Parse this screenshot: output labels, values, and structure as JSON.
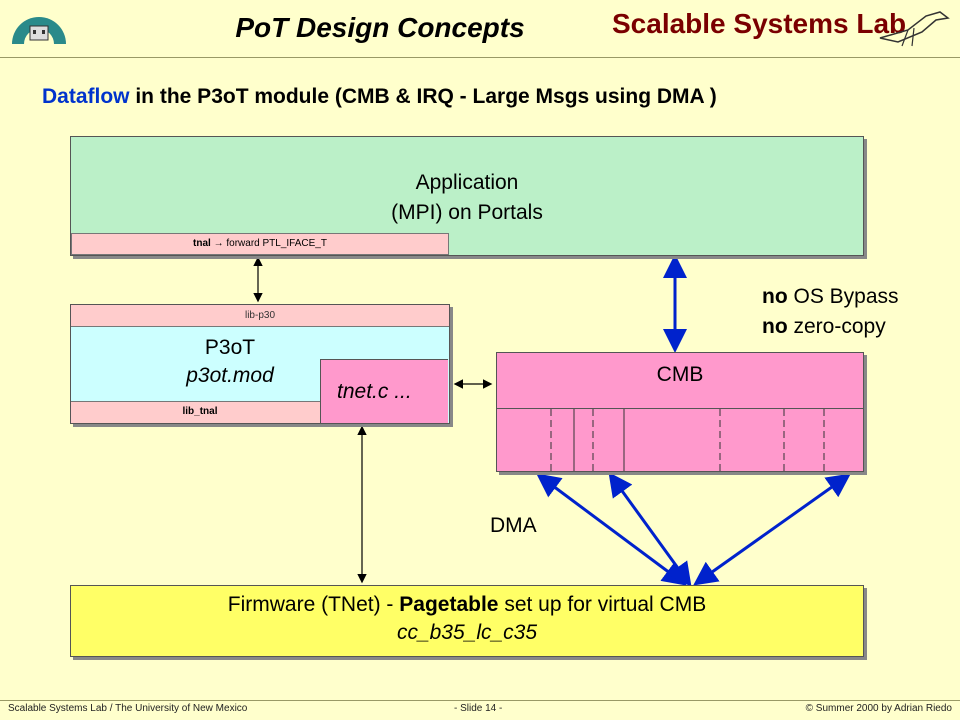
{
  "header": {
    "title_bold": "PoT Design",
    "title_rest": "Concepts",
    "lab_name": "Scalable Systems Lab"
  },
  "subtitle": {
    "highlight": "Dataflow",
    "rest": " in the P3oT module (CMB & IRQ - Large Msgs using DMA )"
  },
  "application": {
    "line1": "Application",
    "line2": "(MPI) on Portals",
    "tnal_prefix": "tnal",
    "tnal_arrow": "→",
    "tnal_suffix": "forward PTL_IFACE_T"
  },
  "p3ot": {
    "lib_label": "lib-p30",
    "name": "P3oT",
    "module": "p3ot.mod",
    "tnet_label": "tnet.c ...",
    "lib_tnal_label": "lib_tnal"
  },
  "cmb": {
    "label": "CMB"
  },
  "notes": {
    "line1_bold": "no",
    "line1_rest": " OS Bypass",
    "line2_bold": "no",
    "line2_rest": " zero-copy"
  },
  "dma_label": "DMA",
  "firmware": {
    "prefix": "Firmware (TNet) - ",
    "bold": "Pagetable",
    "suffix": " set up for virtual CMB",
    "line2": "cc_b35_lc_c35"
  },
  "footer": {
    "left": "Scalable Systems Lab / The University of New Mexico",
    "center": "- Slide 14 -",
    "right": "© Summer 2000 by Adrian Riedo"
  },
  "colors": {
    "background": "#FFFFCC",
    "application": "#BBF0C8",
    "p3ot": "#CCFFFF",
    "lib_bars": "#FFCCCC",
    "cmb": "#FF99CC",
    "firmware": "#FFFF66",
    "dma_arrows": "#0022CC",
    "subtitle_highlight": "#0033CC",
    "lab_name": "#7A0000"
  },
  "icons": [
    "university-logo-icon",
    "bird-logo-icon"
  ]
}
